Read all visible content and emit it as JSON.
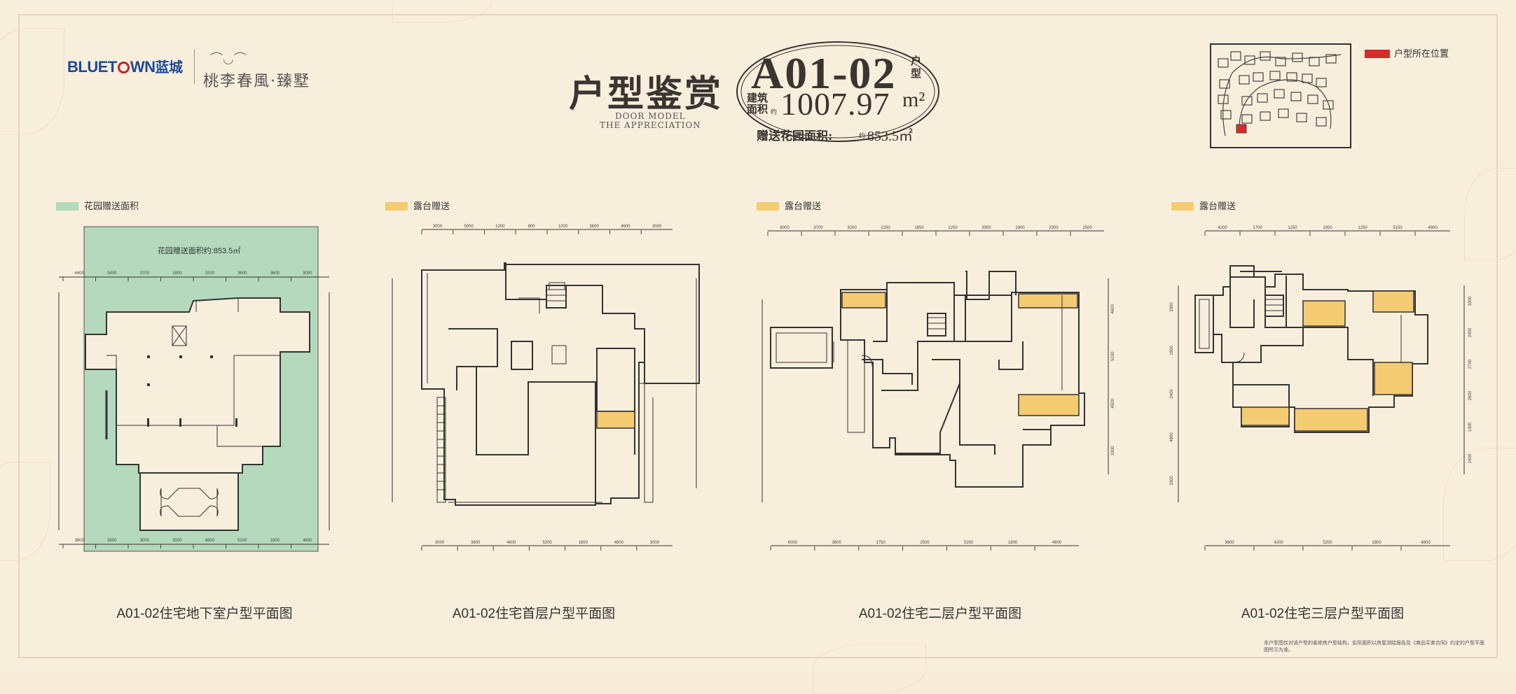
{
  "brand": {
    "name_en_a": "BLUET",
    "name_en_b": "WN",
    "name_cn": "蓝城"
  },
  "project": {
    "name_poem": "桃李春風",
    "name_sub": "·臻墅"
  },
  "title": {
    "cn": "户型鉴赏",
    "en_line1": "DOOR MODEL",
    "en_line2": "THE APPRECIATION"
  },
  "model": {
    "code": "A01-02",
    "suffix": "户型",
    "area_label": "建筑面积",
    "area_approx": "约",
    "area_value": "1007.97",
    "area_unit": "m²",
    "garden_label": "赠送花园面积:",
    "garden_approx": "约",
    "garden_value": "853.5㎡"
  },
  "location_legend": {
    "label": "户型所在位置",
    "color": "#d62b2b"
  },
  "colors": {
    "garden": "#b4d9bd",
    "terrace": "#f5cb72",
    "wall": "#333333",
    "background": "#f8eedc"
  },
  "plans": [
    {
      "legend": "花园赠送面积",
      "legend_color": "#b4d9bd",
      "garden_note": "花园赠送面积约:853.5㎡",
      "caption": "A01-02住宅地下室户型平面图",
      "top_dims": [
        "4400",
        "3400",
        "3700",
        "1800",
        "3200",
        "3600",
        "3600",
        "3000"
      ],
      "bottom_dims": [
        "3800",
        "3600",
        "3000",
        "3500",
        "4800",
        "5200",
        "1800",
        "4800"
      ]
    },
    {
      "legend": "露台赠送",
      "legend_color": "#f5cb72",
      "caption": "A01-02住宅首层户型平面图",
      "top_dims": [
        "3000",
        "5000",
        "1200",
        "800",
        "1200",
        "3600",
        "4600",
        "3000"
      ],
      "bottom_dims": [
        "3000",
        "3600",
        "4600",
        "5200",
        "1800",
        "4800",
        "3000"
      ]
    },
    {
      "legend": "露台赠送",
      "legend_color": "#f5cb72",
      "caption": "A01-02住宅二层户型平面图",
      "top_dims": [
        "6000",
        "3700",
        "3200",
        "1250",
        "1850",
        "1250",
        "3350",
        "1800",
        "2300",
        "2500"
      ],
      "bottom_dims": [
        "6000",
        "3600",
        "1750",
        "2500",
        "5200",
        "1800",
        "4800"
      ],
      "right_dims": [
        "4600",
        "5100",
        "4500",
        "3300"
      ]
    },
    {
      "legend": "露台赠送",
      "legend_color": "#f5cb72",
      "caption": "A01-02住宅三层户型平面图",
      "top_dims": [
        "4200",
        "1700",
        "1250",
        "1850",
        "1250",
        "5150",
        "4800"
      ],
      "bottom_dims": [
        "3600",
        "4200",
        "5200",
        "1800",
        "4800"
      ],
      "left_dims": [
        "3300",
        "1800",
        "2400",
        "4800",
        "3300"
      ],
      "right_dims": [
        "3300",
        "2400",
        "2700",
        "2600",
        "1300",
        "2400"
      ]
    }
  ],
  "footnote": "本户型图仅对该户型的装修房户型结构，实际面积以房屋测绘报告及《商品买卖合同》约定的户型平面图所示为准。"
}
